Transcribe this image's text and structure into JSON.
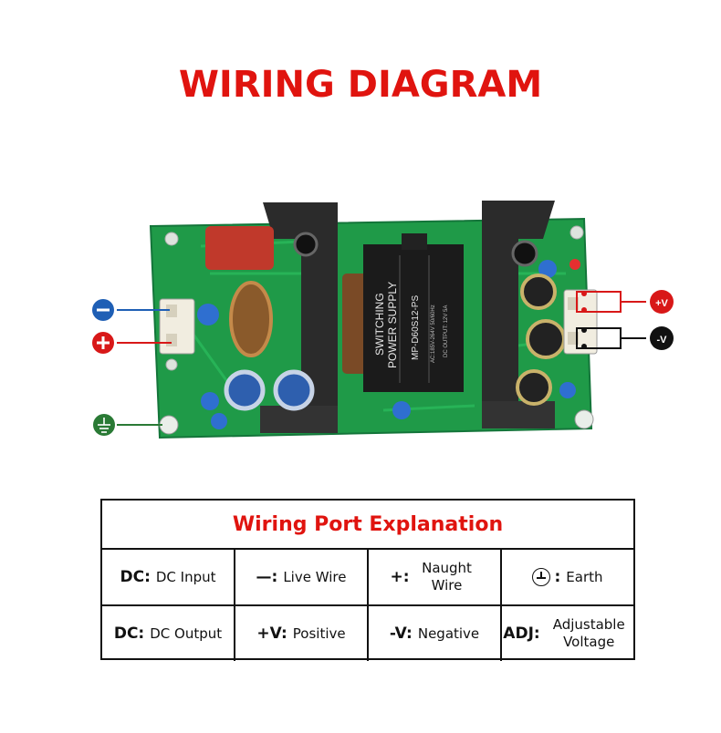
{
  "title": "WIRING DIAGRAM",
  "board": {
    "module_text_1": "SWITCHING",
    "module_text_2": "POWER SUPPLY",
    "module_model": "MP-D60S12-PS",
    "module_spec_1": "AC:185V-264V 50/60Hz",
    "module_spec_2": "DC OUTPUT: 12V 5A",
    "label_plus_v": "+V",
    "label_minus_v": "-V"
  },
  "table": {
    "header": "Wiring Port Explanation",
    "rows": [
      [
        {
          "key": "DC:",
          "value": "DC Input"
        },
        {
          "key": "—:",
          "value": "Live Wire"
        },
        {
          "key": "+:",
          "value": "Naught Wire"
        },
        {
          "key": ":",
          "value": "Earth",
          "icon": "earth-icon"
        }
      ],
      [
        {
          "key": "DC:",
          "value": "DC Output"
        },
        {
          "key": "+V:",
          "value": "Positive"
        },
        {
          "key": "-V:",
          "value": "Negative"
        },
        {
          "key": "ADJ:",
          "value": "Adjustable Voltage"
        }
      ]
    ]
  },
  "colors": {
    "title": "#e0140f",
    "pcb": "#1f9a48",
    "heatsink": "#2b2b2b",
    "blue_wire": "#1f5fb5",
    "red_wire": "#d81818",
    "green_wire": "#2a7a35"
  }
}
